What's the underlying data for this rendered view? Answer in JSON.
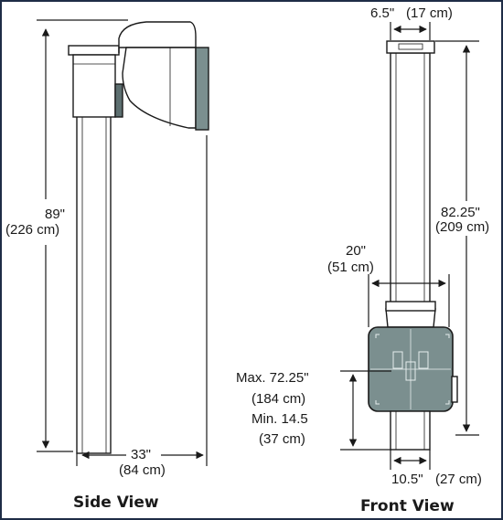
{
  "side_view": {
    "height_label": "89\"",
    "height_metric": "(226 cm)",
    "depth_label": "33\"",
    "depth_metric": "(84 cm)",
    "caption": "Side View"
  },
  "front_view": {
    "top_width_label": "6.5\"",
    "top_width_metric": "(17 cm)",
    "column_height_label": "82.25\"",
    "column_height_metric": "(209 cm)",
    "head_width_label": "20\"",
    "head_width_metric": "(51 cm)",
    "max_travel_label": "Max.  72.25\"",
    "max_travel_metric": "(184 cm)",
    "min_travel_label": "Min. 14.5",
    "min_travel_metric": "(37 cm)",
    "base_width_label": "10.5\"",
    "base_width_metric": "(27 cm)",
    "caption": "Front View"
  },
  "colors": {
    "border": "#1f2d46",
    "line": "#1a1a1a",
    "column": "#ffffff",
    "detector_fill": "#7b8f8f",
    "detector_dark": "#5d6f70"
  }
}
